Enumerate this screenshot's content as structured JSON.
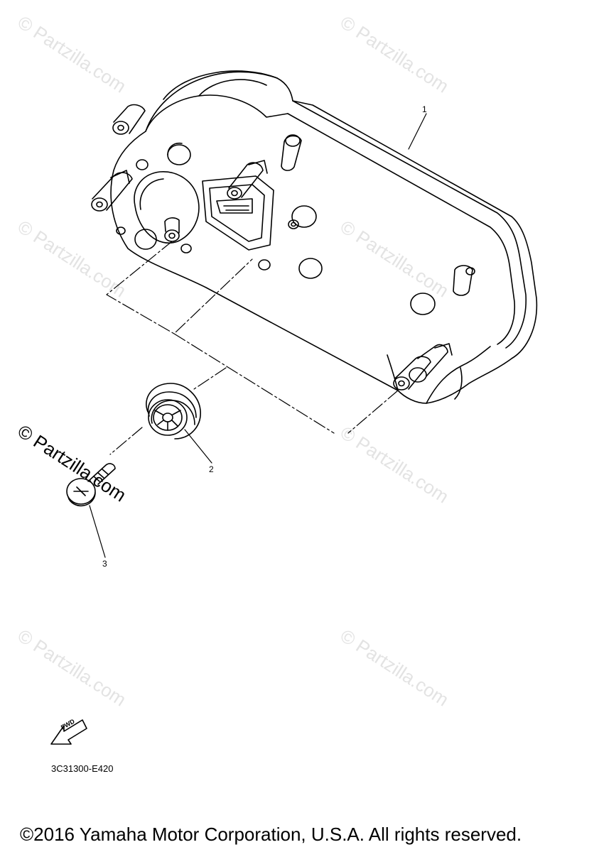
{
  "diagram": {
    "callouts": [
      "1",
      "2",
      "3"
    ],
    "reference_code": "3C31300-E420",
    "fwd_label": "FWD",
    "copyright": "©2016 Yamaha Motor Corporation, U.S.A. All rights reserved.",
    "watermark": "© Partzilla.com",
    "watermark_faint": "© Partzilla.com"
  }
}
